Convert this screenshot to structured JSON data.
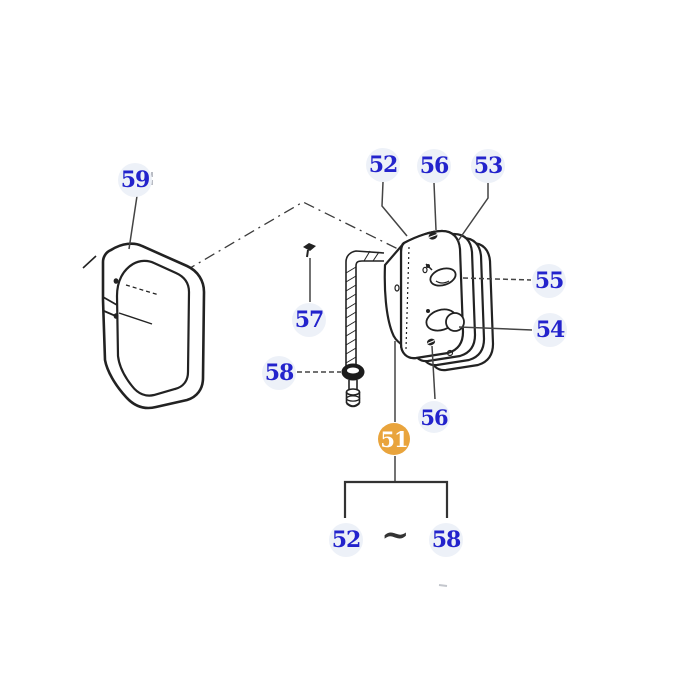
{
  "diagram": {
    "kind": "exploded-parts-diagram",
    "highlighted_part": "51",
    "colors": {
      "background": "#FFFFFF",
      "callout_text": "#2323CC",
      "callout_bg": "#EDF1F8",
      "highlight_bg": "#E9A43C",
      "highlight_text": "#FFFFFF",
      "line_art": "#222222",
      "leader_line": "#444444"
    }
  },
  "callouts": [
    {
      "number": "59"
    },
    {
      "number": "52"
    },
    {
      "number": "56"
    },
    {
      "number": "53"
    },
    {
      "number": "55"
    },
    {
      "number": "54"
    },
    {
      "number": "57"
    },
    {
      "number": "58"
    },
    {
      "number": "56"
    },
    {
      "number": "51",
      "highlighted": true
    },
    {
      "number": "52"
    },
    {
      "number": "58"
    }
  ],
  "range": {
    "separator": "~"
  }
}
